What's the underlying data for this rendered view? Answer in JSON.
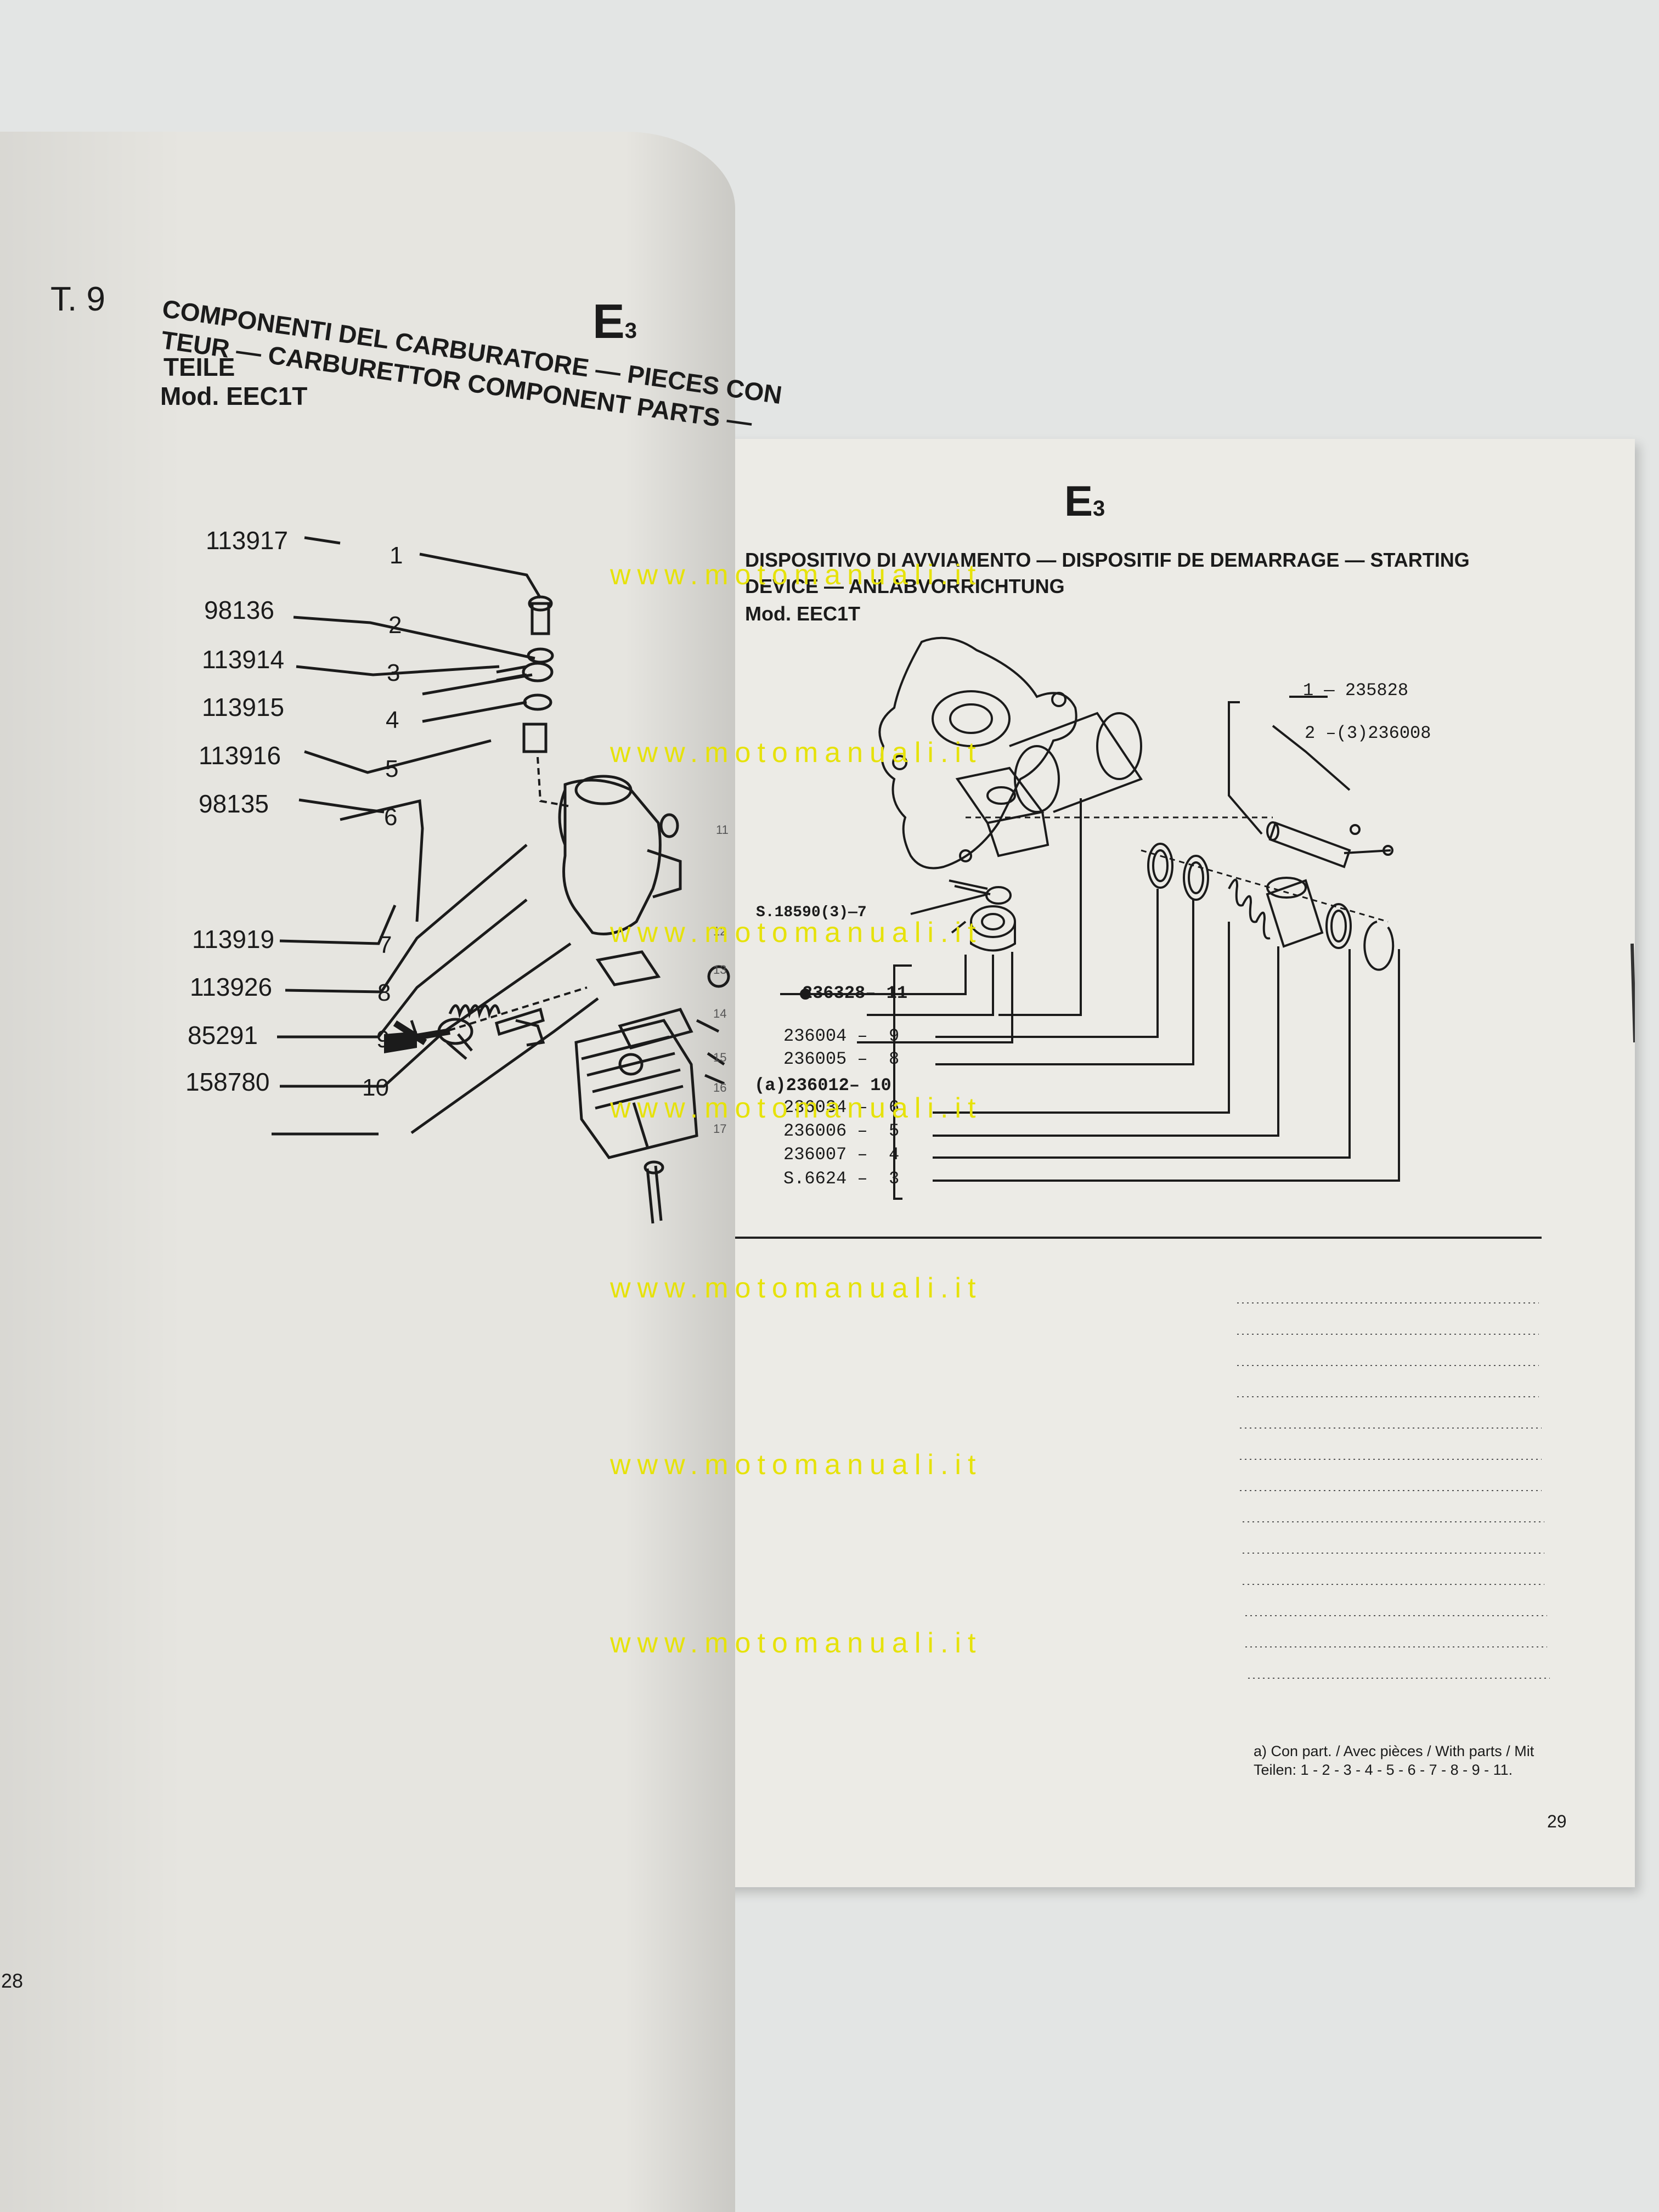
{
  "left_page": {
    "table_id": "T. 9",
    "section_letter": "E",
    "section_sub": "3",
    "title_line1": "COMPONENTI DEL CARBURATORE — PIECES CON",
    "title_line2": "TEUR — CARBURETTOR COMPONENT PARTS —",
    "title_line3": "TEILE",
    "model": "Mod. EEC1T",
    "parts": [
      {
        "code": "113917",
        "ref": "1"
      },
      {
        "code": "98136",
        "ref": "2"
      },
      {
        "code": "113914",
        "ref": "3"
      },
      {
        "code": "113915",
        "ref": "4"
      },
      {
        "code": "113916",
        "ref": "5"
      },
      {
        "code": "98135",
        "ref": "6"
      },
      {
        "code": "113919",
        "ref": "7"
      },
      {
        "code": "113926",
        "ref": "8"
      },
      {
        "code": "85291",
        "ref": "9"
      },
      {
        "code": "158780",
        "ref": "10"
      }
    ],
    "edge_refs": [
      "11",
      "12",
      "13",
      "14",
      "15",
      "16",
      "17"
    ],
    "page_number": "28"
  },
  "right_page": {
    "section_letter": "E",
    "section_sub": "3",
    "title_line1": "DISPOSITIVO DI AVVIAMENTO — DISPOSITIF DE DEMARRAGE — STARTING",
    "title_line2": "DEVICE — ANLABVORRICHTUNG",
    "model": "Mod. EEC1T",
    "top_parts": [
      {
        "label": "1 — 235828"
      },
      {
        "label": "2 –(3)236008"
      }
    ],
    "screw_label": "S.18590(3)—7",
    "group_main": "236328– 11",
    "group_list": [
      "236004 –  9",
      "236005 –  8",
      "236034 –  6",
      "236006 –  5",
      "236007 –  4",
      "S.6624 –  3"
    ],
    "group_a": "(a)236012– 10",
    "footnote": "a) Con part. / Avec pièces / With parts / Mit Teilen: 1 - 2 - 3 - 4 - 5 - 6 - 7 - 8 - 9 - 11.",
    "page_number": "29"
  },
  "watermark": "www.motomanuali.it"
}
